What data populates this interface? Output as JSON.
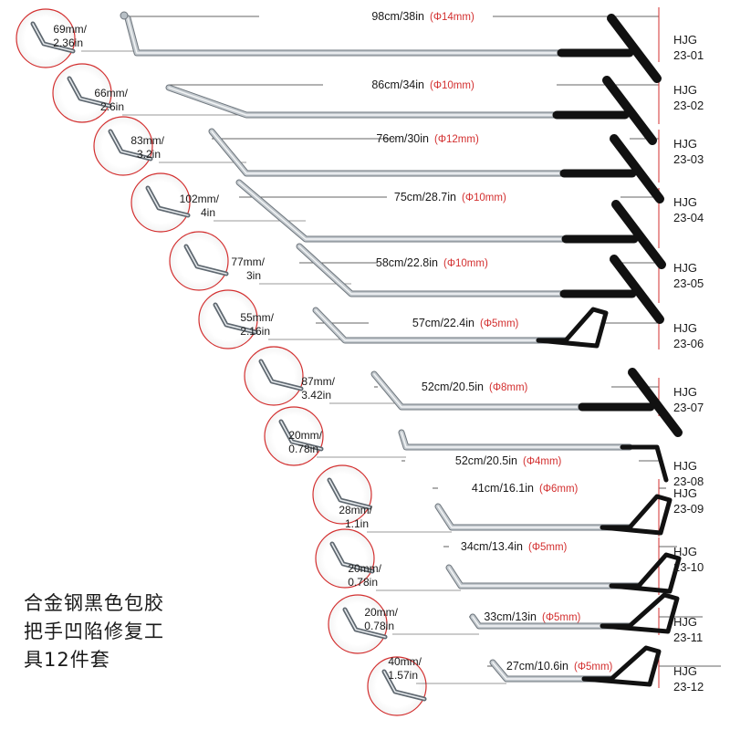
{
  "caption": [
    "合金钢黑色包胶",
    "把手凹陷修复工",
    "具12件套"
  ],
  "colors": {
    "accent_red": "#d32f2f",
    "rod": "#9aa3ab",
    "handle": "#111111",
    "text": "#1a1a1a"
  },
  "tools": [
    {
      "model_prefix": "HJG",
      "model_code": "23-01",
      "tip_mm": "69mm/",
      "tip_in": "2.36in",
      "length": "98cm/38in",
      "diameter": "(Φ14mm)",
      "handle": "T"
    },
    {
      "model_prefix": "HJG",
      "model_code": "23-02",
      "tip_mm": "66mm/",
      "tip_in": "2.6in",
      "length": "86cm/34in",
      "diameter": "(Φ10mm)",
      "handle": "T"
    },
    {
      "model_prefix": "HJG",
      "model_code": "23-03",
      "tip_mm": "83mm/",
      "tip_in": "3.2in",
      "length": "76cm/30in",
      "diameter": "(Φ12mm)",
      "handle": "T"
    },
    {
      "model_prefix": "HJG",
      "model_code": "23-04",
      "tip_mm": "102mm/",
      "tip_in": "4in",
      "length": "75cm/28.7in",
      "diameter": "(Φ10mm)",
      "handle": "T"
    },
    {
      "model_prefix": "HJG",
      "model_code": "23-05",
      "tip_mm": "77mm/",
      "tip_in": "3in",
      "length": "58cm/22.8in",
      "diameter": "(Φ10mm)",
      "handle": "T"
    },
    {
      "model_prefix": "HJG",
      "model_code": "23-06",
      "tip_mm": "55mm/",
      "tip_in": "2.16in",
      "length": "57cm/22.4in",
      "diameter": "(Φ5mm)",
      "handle": "loop"
    },
    {
      "model_prefix": "HJG",
      "model_code": "23-07",
      "tip_mm": "87mm/",
      "tip_in": "3.42in",
      "length": "52cm/20.5in",
      "diameter": "(Φ8mm)",
      "handle": "T"
    },
    {
      "model_prefix": "HJG",
      "model_code": "23-08",
      "tip_mm": "20mm/",
      "tip_in": "0.78in",
      "length": "52cm/20.5in",
      "diameter": "(Φ4mm)",
      "handle": "hook"
    },
    {
      "model_prefix": "HJG",
      "model_code": "23-09",
      "tip_mm": "28mm/",
      "tip_in": "1.1in",
      "length": "41cm/16.1in",
      "diameter": "(Φ6mm)",
      "handle": "loop"
    },
    {
      "model_prefix": "HJG",
      "model_code": "23-10",
      "tip_mm": "20mm/",
      "tip_in": "0.78in",
      "length": "34cm/13.4in",
      "diameter": "(Φ5mm)",
      "handle": "loop"
    },
    {
      "model_prefix": "HJG",
      "model_code": "23-11",
      "tip_mm": "20mm/",
      "tip_in": "0.78in",
      "length": "33cm/13in",
      "diameter": "(Φ5mm)",
      "handle": "loop"
    },
    {
      "model_prefix": "HJG",
      "model_code": "23-12",
      "tip_mm": "40mm/",
      "tip_in": "1.57in",
      "length": "27cm/10.6in",
      "diameter": "(Φ5mm)",
      "handle": "loop"
    }
  ]
}
